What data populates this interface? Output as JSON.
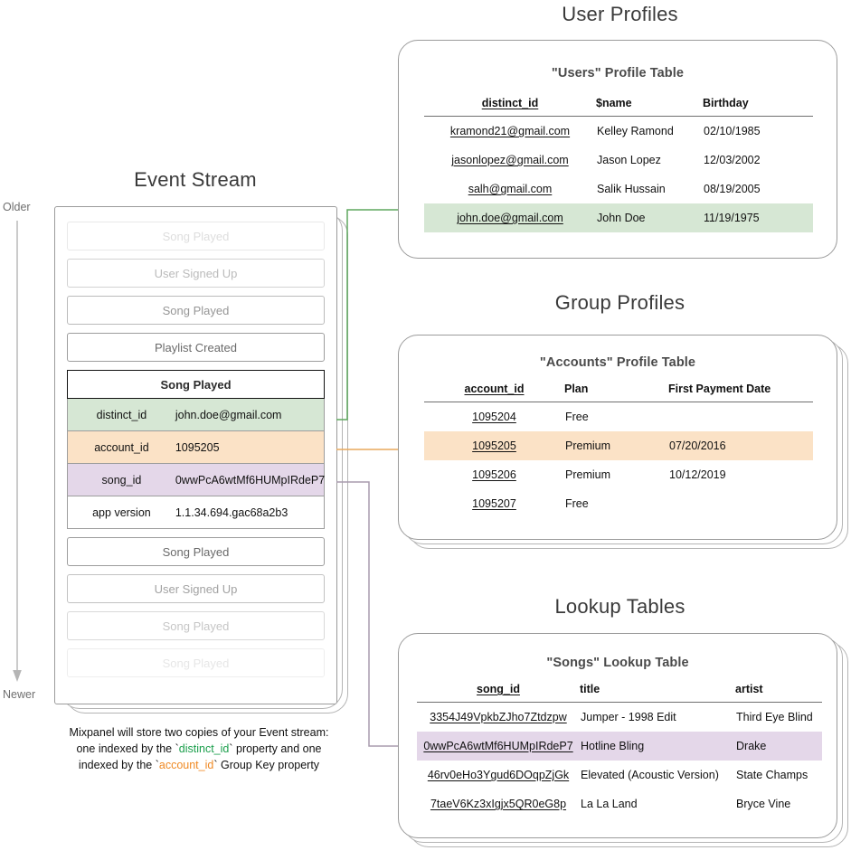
{
  "sections": {
    "user_profiles_title": "User Profiles",
    "group_profiles_title": "Group Profiles",
    "lookup_tables_title": "Lookup Tables",
    "event_stream_title": "Event Stream"
  },
  "axis": {
    "older": "Older",
    "newer": "Newer"
  },
  "caption": {
    "line1": "Mixpanel will store two copies of your Event stream:",
    "line2_pre": "one indexed by the `",
    "line2_key": "distinct_id",
    "line2_post": "` property and one",
    "line3_pre": "indexed by the `",
    "line3_key": "account_id",
    "line3_post": "` Group Key property"
  },
  "event_stream": {
    "items_before": [
      {
        "label": "Song Played",
        "opacity": 0.22
      },
      {
        "label": "User Signed Up",
        "opacity": 0.45
      },
      {
        "label": "Song Played",
        "opacity": 0.7
      },
      {
        "label": "Playlist Created",
        "opacity": 1.0
      }
    ],
    "focused": {
      "title": "Song Played",
      "props": [
        {
          "key": "distinct_id",
          "value": "john.doe@gmail.com",
          "highlight": "green"
        },
        {
          "key": "account_id",
          "value": "1095205",
          "highlight": "orange"
        },
        {
          "key": "song_id",
          "value": "0wwPcA6wtMf6HUMpIRdeP7",
          "highlight": "purple"
        },
        {
          "key": "app version",
          "value": "1.1.34.694.gac68a2b3",
          "highlight": "none"
        }
      ]
    },
    "items_after": [
      {
        "label": "Song Played",
        "opacity": 1.0
      },
      {
        "label": "User Signed Up",
        "opacity": 0.62
      },
      {
        "label": "Song Played",
        "opacity": 0.38
      },
      {
        "label": "Song Played",
        "opacity": 0.16
      }
    ]
  },
  "users_table": {
    "title": "\"Users\" Profile Table",
    "columns": [
      "distinct_id",
      "$name",
      "Birthday"
    ],
    "rows": [
      {
        "cells": [
          "kramond21@gmail.com",
          "Kelley Ramond",
          "02/10/1985"
        ],
        "highlight": "none"
      },
      {
        "cells": [
          "jasonlopez@gmail.com",
          "Jason Lopez",
          "12/03/2002"
        ],
        "highlight": "none"
      },
      {
        "cells": [
          "salh@gmail.com",
          "Salik Hussain",
          "08/19/2005"
        ],
        "highlight": "none"
      },
      {
        "cells": [
          "john.doe@gmail.com",
          "John Doe",
          "11/19/1975"
        ],
        "highlight": "green"
      }
    ]
  },
  "accounts_table": {
    "title": "\"Accounts\" Profile Table",
    "columns": [
      "account_id",
      "Plan",
      "First Payment Date"
    ],
    "rows": [
      {
        "cells": [
          "1095204",
          "Free",
          ""
        ],
        "highlight": "none"
      },
      {
        "cells": [
          "1095205",
          "Premium",
          "07/20/2016"
        ],
        "highlight": "orange"
      },
      {
        "cells": [
          "1095206",
          "Premium",
          "10/12/2019"
        ],
        "highlight": "none"
      },
      {
        "cells": [
          "1095207",
          "Free",
          ""
        ],
        "highlight": "none"
      }
    ]
  },
  "songs_table": {
    "title": "\"Songs\" Lookup Table",
    "columns": [
      "song_id",
      "title",
      "artist"
    ],
    "rows": [
      {
        "cells": [
          "3354J49VpkbZJho7Ztdzpw",
          "Jumper - 1998 Edit",
          "Third Eye Blind"
        ],
        "highlight": "none"
      },
      {
        "cells": [
          "0wwPcA6wtMf6HUMpIRdeP7",
          "Hotline Bling",
          "Drake"
        ],
        "highlight": "purple"
      },
      {
        "cells": [
          "46rv0eHo3Ygud6DOqpZjGk",
          "Elevated (Acoustic Version)",
          "State Champs"
        ],
        "highlight": "none"
      },
      {
        "cells": [
          "7taeV6Kz3xIgjx5QR0eG8p",
          "La La Land",
          "Bryce Vine"
        ],
        "highlight": "none"
      }
    ]
  },
  "colors": {
    "green": "#d6e7d4",
    "orange": "#fbe2c6",
    "purple": "#e4d7e9",
    "green_arrow": "#5fa75f",
    "orange_arrow": "#f08a24",
    "purple_arrow": "#a08ea8",
    "card_border": "#9b9b9b",
    "caption_green": "#1a9e4b",
    "caption_orange": "#f08a24"
  }
}
